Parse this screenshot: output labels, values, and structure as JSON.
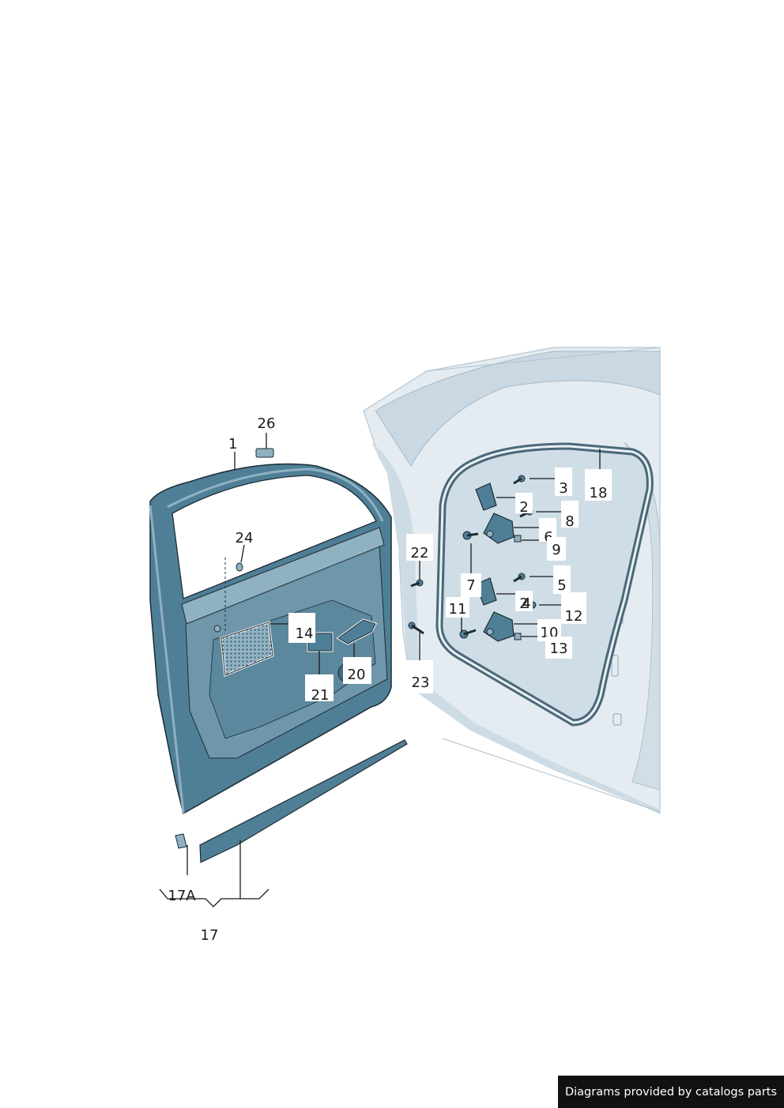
{
  "colors": {
    "door": "#4f7f96",
    "door_light": "#8fb1c2",
    "body": "#d8e2ea",
    "body_dark": "#b9cad6",
    "seal": "#4a6878",
    "outline": "#1d2b33"
  },
  "labels": [
    {
      "id": "lbl-1",
      "text": "1"
    },
    {
      "id": "lbl-2a",
      "text": "2"
    },
    {
      "id": "lbl-2b",
      "text": "2"
    },
    {
      "id": "lbl-3",
      "text": "3"
    },
    {
      "id": "lbl-4",
      "text": "4"
    },
    {
      "id": "lbl-5",
      "text": "5"
    },
    {
      "id": "lbl-6",
      "text": "6"
    },
    {
      "id": "lbl-7",
      "text": "7"
    },
    {
      "id": "lbl-8",
      "text": "8"
    },
    {
      "id": "lbl-9",
      "text": "9"
    },
    {
      "id": "lbl-10",
      "text": "10"
    },
    {
      "id": "lbl-11",
      "text": "11"
    },
    {
      "id": "lbl-12",
      "text": "12"
    },
    {
      "id": "lbl-13",
      "text": "13"
    },
    {
      "id": "lbl-14",
      "text": "14"
    },
    {
      "id": "lbl-17",
      "text": "17"
    },
    {
      "id": "lbl-17a",
      "text": "17A"
    },
    {
      "id": "lbl-18",
      "text": "18"
    },
    {
      "id": "lbl-20",
      "text": "20"
    },
    {
      "id": "lbl-21",
      "text": "21"
    },
    {
      "id": "lbl-22",
      "text": "22"
    },
    {
      "id": "lbl-23",
      "text": "23"
    },
    {
      "id": "lbl-24",
      "text": "24"
    },
    {
      "id": "lbl-26",
      "text": "26"
    }
  ],
  "credit": "Diagrams provided by catalogs parts"
}
